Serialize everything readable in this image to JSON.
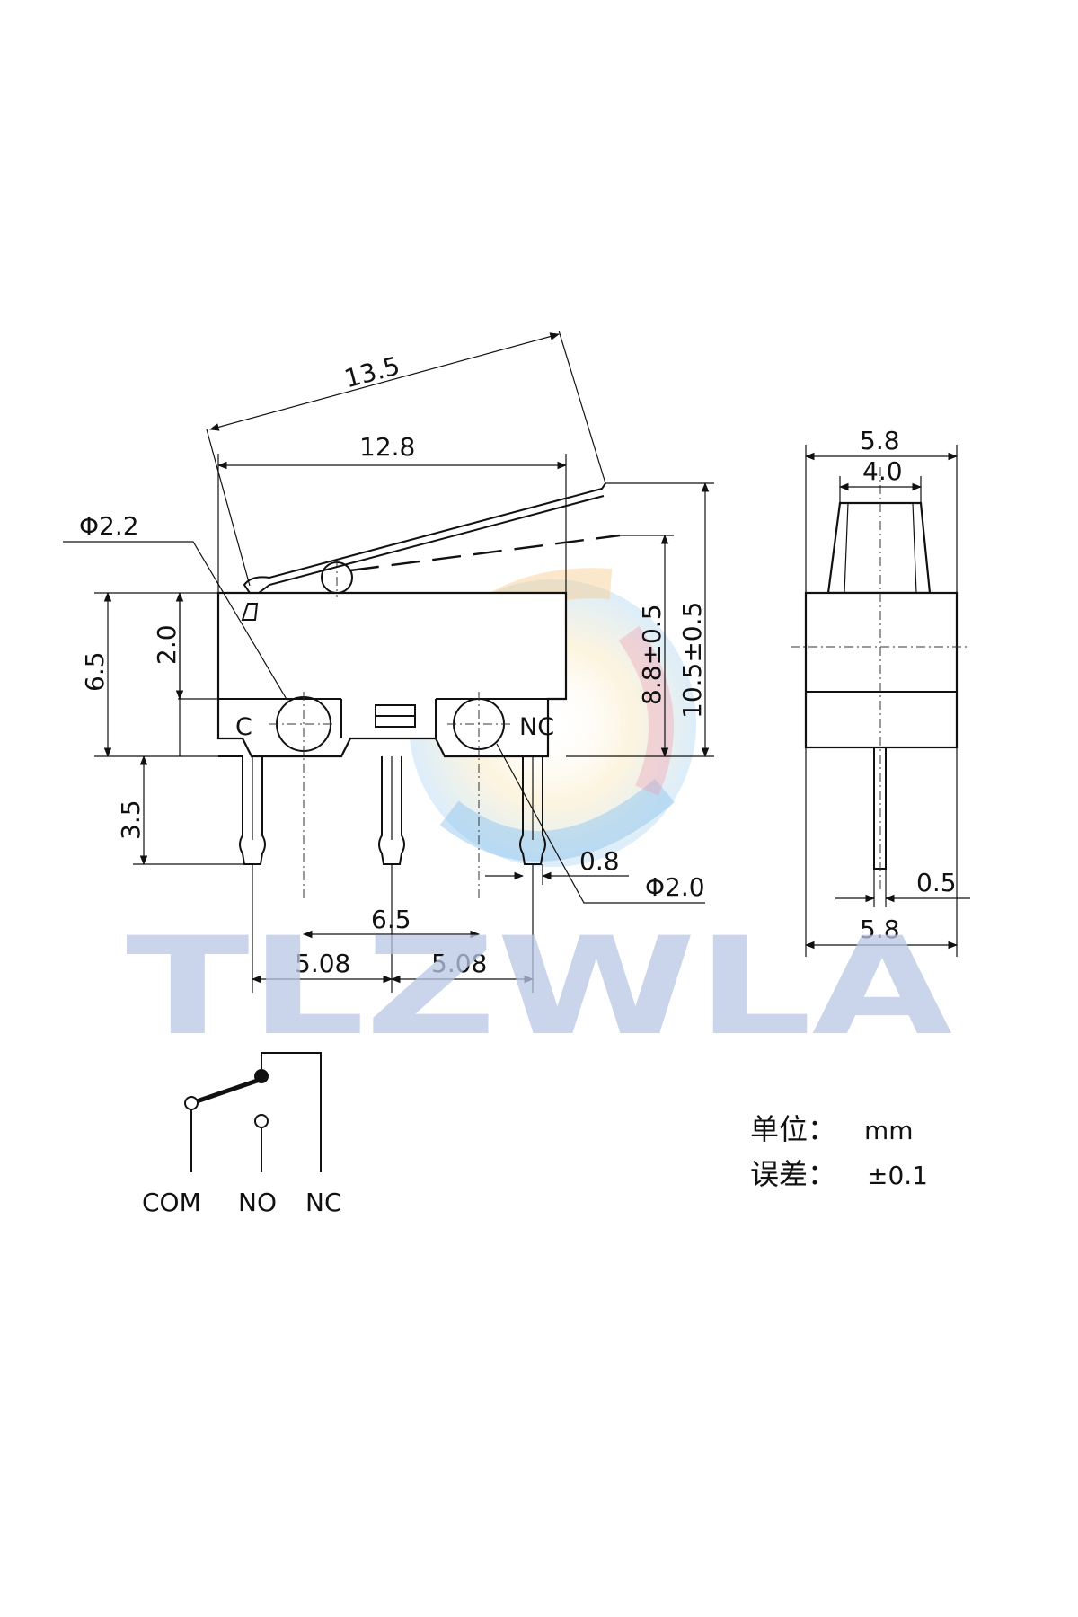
{
  "watermark": {
    "text": "TLZWLA"
  },
  "front_view": {
    "dim_overall_length": "13.5",
    "dim_body_length": "12.8",
    "dim_hole_c": "Φ2.2",
    "dim_hole_nc": "Φ2.0",
    "dim_body_height": "6.5",
    "dim_hole_offset": "2.0",
    "dim_free_height": "8.8±0.5",
    "dim_lever_height": "10.5±0.5",
    "dim_pin_length": "3.5",
    "dim_pin_width": "0.8",
    "dim_hole_pitch": "6.5",
    "dim_pin_pitch_left": "5.08",
    "dim_pin_pitch_right": "5.08",
    "label_c": "C",
    "label_nc": "NC"
  },
  "side_view": {
    "dim_total_width": "5.8",
    "dim_actuator_width": "4.0",
    "dim_pin_thickness": "0.5",
    "dim_bottom_width": "5.8"
  },
  "schematic": {
    "labels": [
      "COM",
      "NO",
      "NC"
    ]
  },
  "notes": {
    "unit_label": "单位：",
    "unit_value": "mm",
    "tolerance_label": "误差：",
    "tolerance_value": "±0.1"
  }
}
